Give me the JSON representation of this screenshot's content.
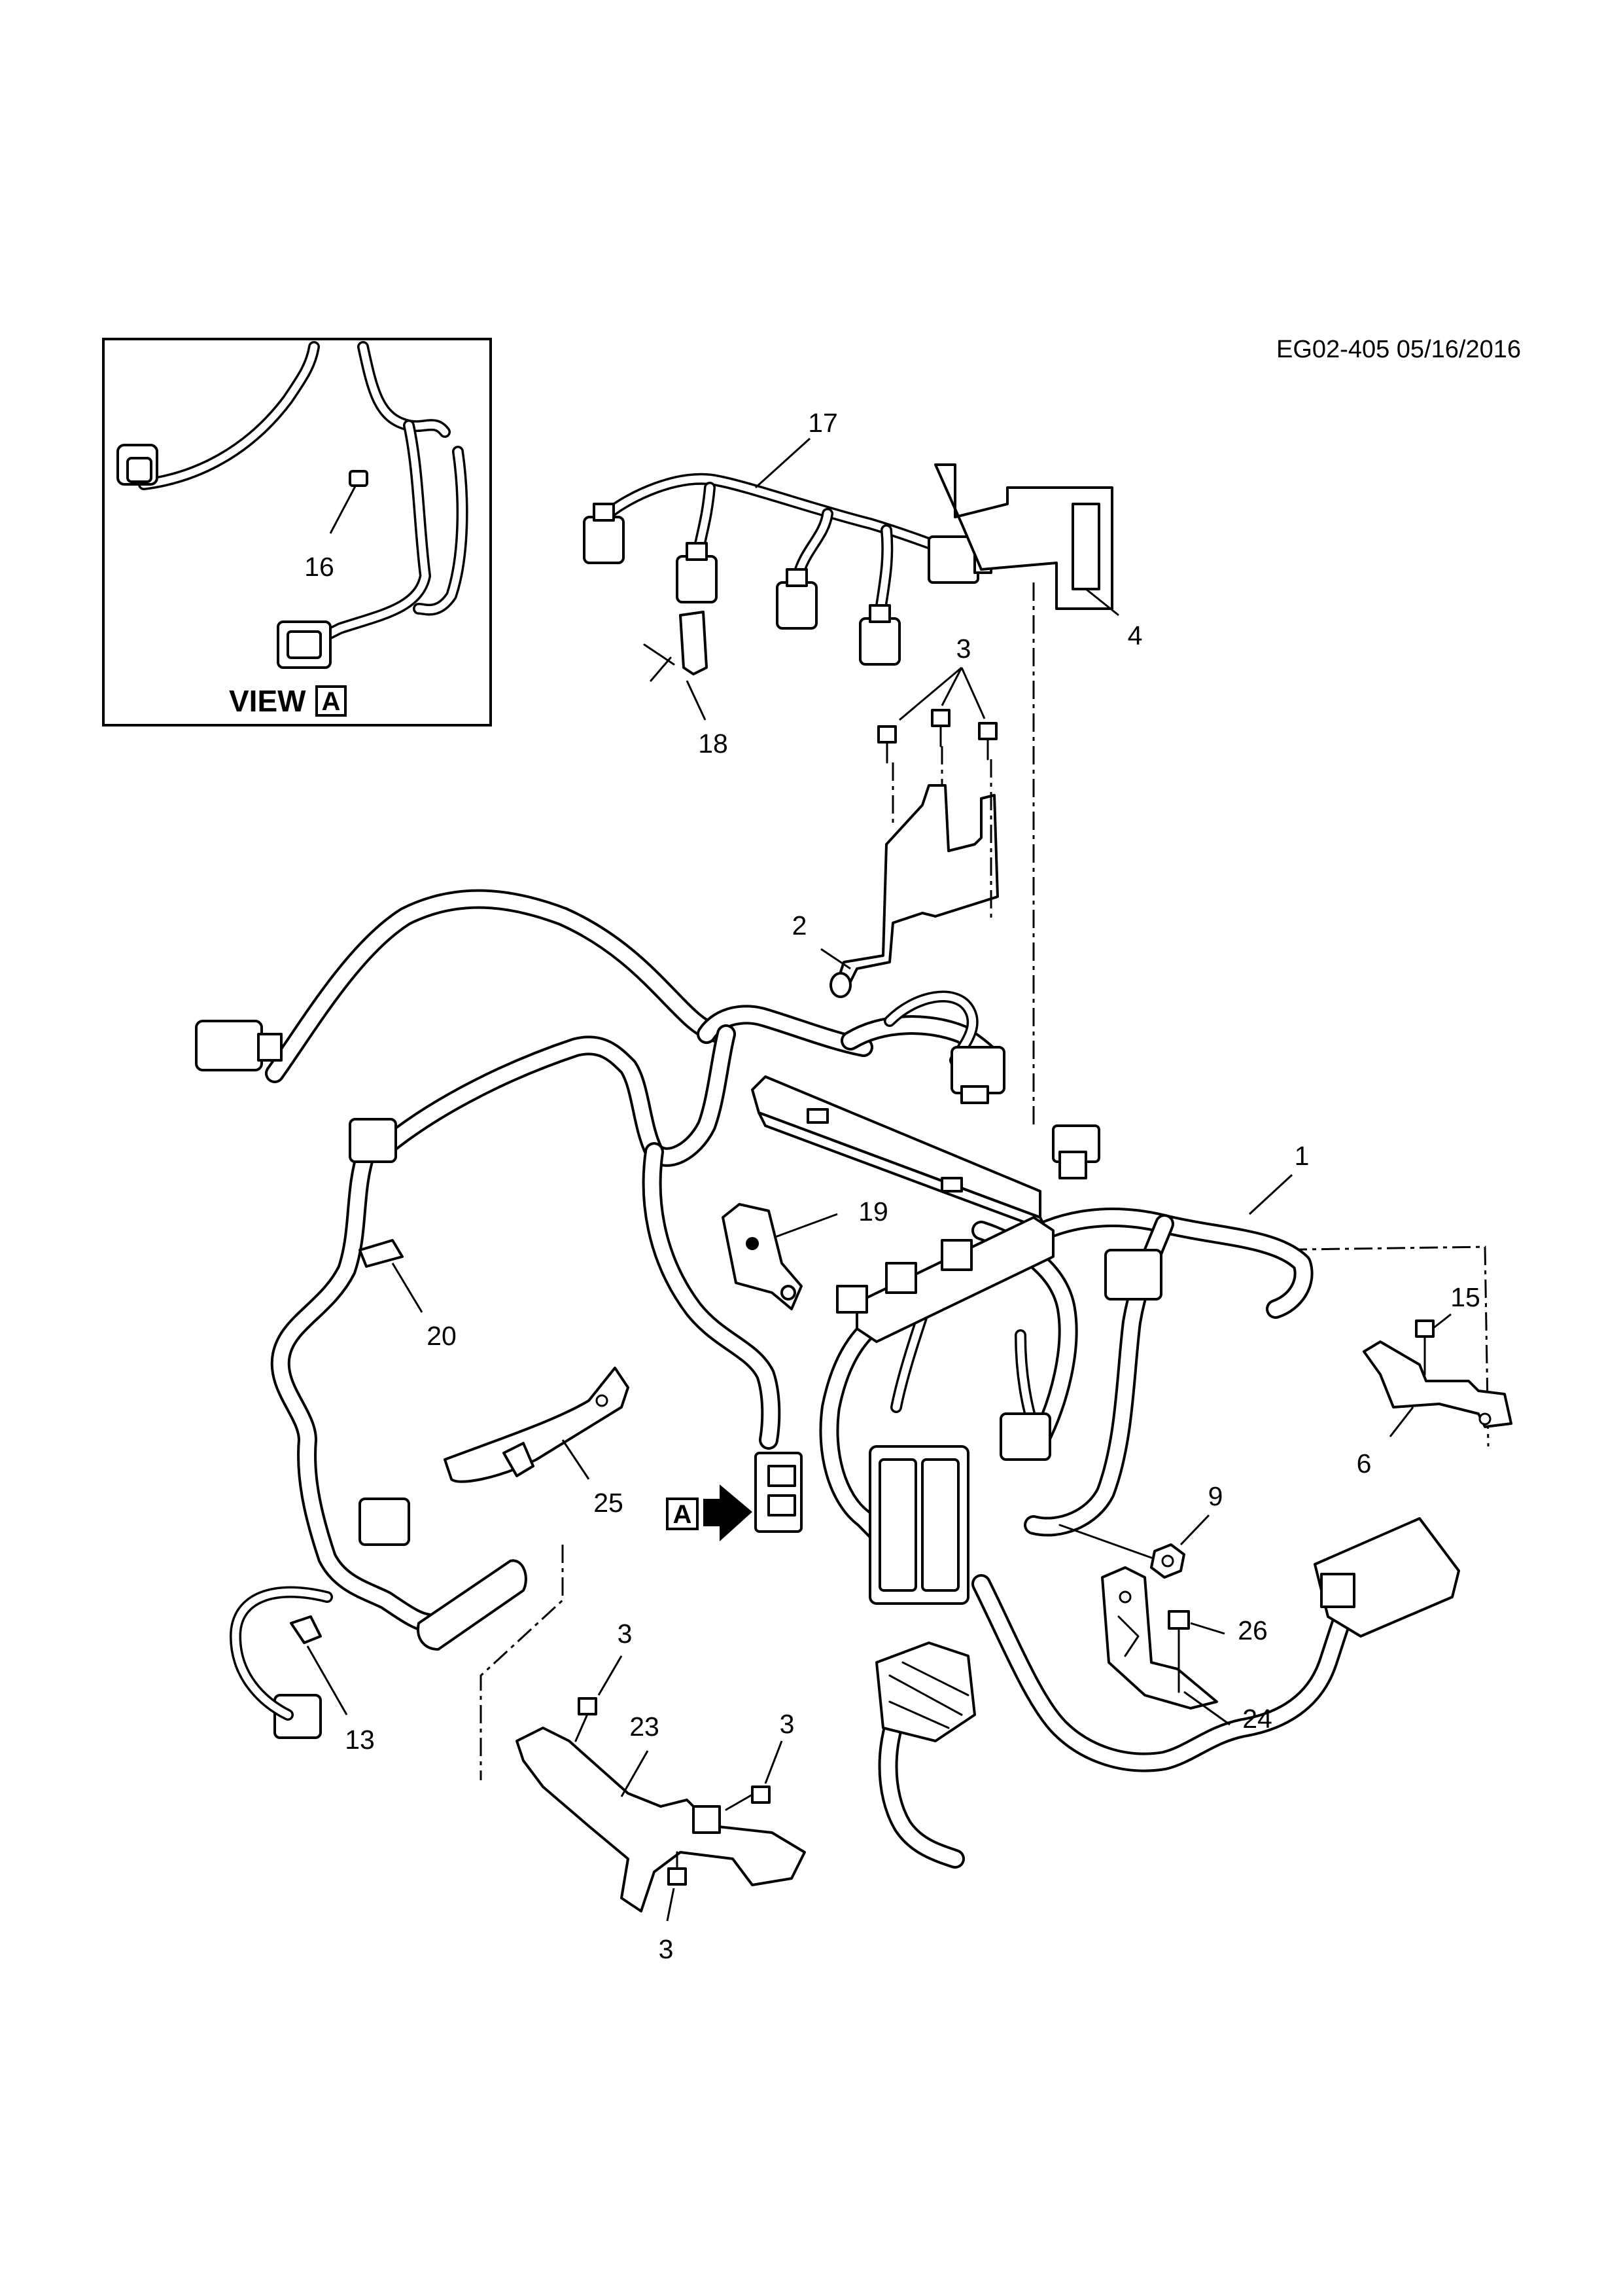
{
  "diagram_code": "EG02-405 05/16/2016",
  "inset": {
    "view_label": "VIEW",
    "view_ref": "A",
    "callouts": [
      "16"
    ]
  },
  "view_arrow_ref": "A",
  "callouts": {
    "c1": "1",
    "c2": "2",
    "c3a": "3",
    "c3b": "3",
    "c3c": "3",
    "c3d": "3",
    "c4": "4",
    "c6": "6",
    "c9": "9",
    "c13": "13",
    "c15": "15",
    "c17": "17",
    "c18": "18",
    "c19": "19",
    "c20": "20",
    "c23": "23",
    "c24": "24",
    "c25": "25",
    "c26": "26"
  }
}
